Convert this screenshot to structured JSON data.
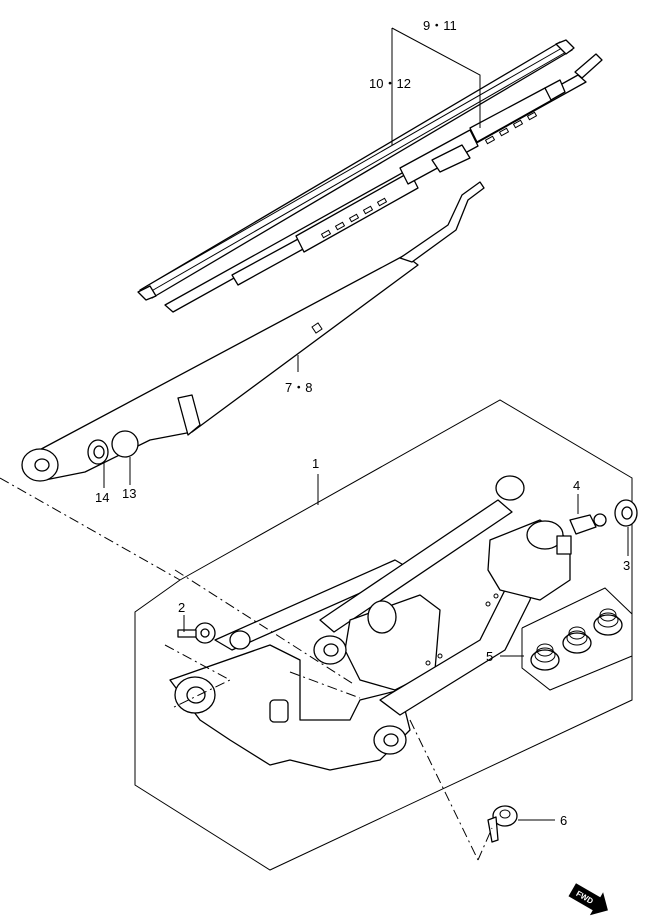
{
  "callouts": {
    "c1": "1",
    "c2": "2",
    "c3": "3",
    "c4": "4",
    "c5": "5",
    "c6": "6",
    "c7_8": "7・8",
    "c9_11": "9・11",
    "c10_12": "10・12",
    "c13": "13",
    "c14": "14"
  },
  "direction_badge": "FWD",
  "colors": {
    "line": "#000000",
    "background": "#ffffff"
  },
  "icons": [
    "forward-direction-arrow-icon"
  ]
}
